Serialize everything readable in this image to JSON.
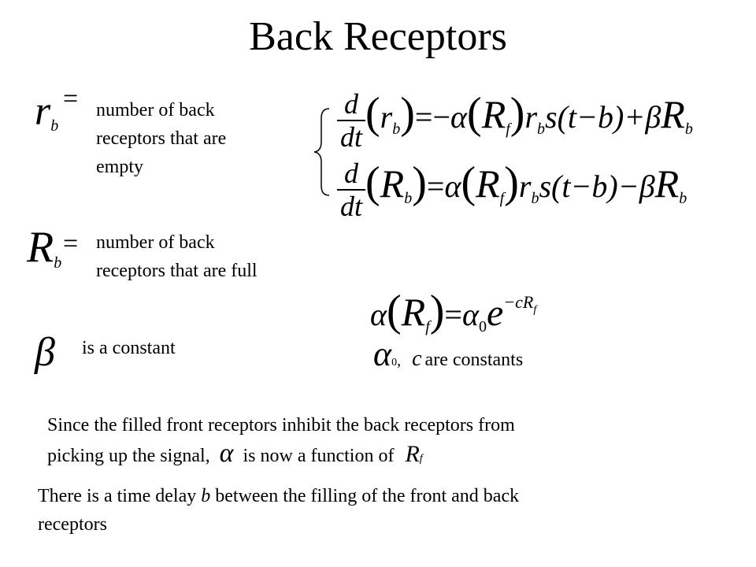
{
  "slide": {
    "title": "Back Receptors"
  },
  "definitions": {
    "rb_symbol": "r",
    "rb_sub": "b",
    "equals": "=",
    "rb_description": "number of back receptors that are empty",
    "Rb_symbol": "R",
    "Rb_sub": "b",
    "Rb_description": "number of back receptors that are full",
    "beta_symbol": "β",
    "beta_description": "is a constant"
  },
  "equations": {
    "d": "d",
    "dt": "dt",
    "eq1_rhs_op": "=−",
    "eq2_rhs_op": "=",
    "alpha": "α",
    "R": "R",
    "f": "f",
    "r": "r",
    "b": "b",
    "s_term": "s(t−b)",
    "plus_beta": "+β",
    "minus_beta": "−β",
    "eq3_alpha0": "α",
    "zero": "0",
    "e": "e",
    "exponent": "−c",
    "constants_alpha": "α",
    "constants_comma": ",",
    "constants_c": "c",
    "constants_text": "are constants"
  },
  "notes": {
    "line1": "Since the filled front receptors inhibit the back receptors from",
    "line2_a": "picking up the signal,",
    "line2_b": "is now a function of",
    "line3_a": "There is a time delay ",
    "line3_b": "b",
    "line3_c": " between the filling of the front and back",
    "line4": "receptors"
  }
}
